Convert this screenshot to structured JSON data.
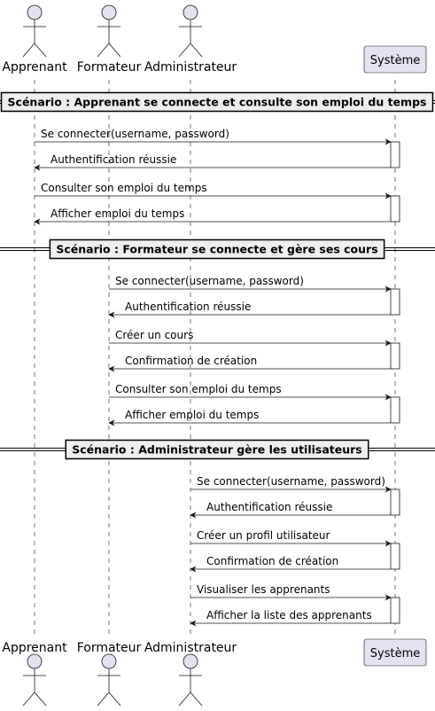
{
  "participants": [
    {
      "id": "apprenant",
      "label": "Apprenant",
      "kind": "actor"
    },
    {
      "id": "formateur",
      "label": "Formateur",
      "kind": "actor"
    },
    {
      "id": "administrateur",
      "label": "Administrateur",
      "kind": "actor"
    },
    {
      "id": "systeme",
      "label": "Système",
      "kind": "box"
    }
  ],
  "scenarios": [
    {
      "title": "Scénario : Apprenant se connecte et consulte son emploi du temps",
      "actor": "apprenant",
      "exchanges": [
        {
          "request": "Se connecter(username, password)",
          "response": "Authentification réussie"
        },
        {
          "request": "Consulter son emploi du temps",
          "response": "Afficher emploi du temps"
        }
      ]
    },
    {
      "title": "Scénario : Formateur se connecte et gère ses cours",
      "actor": "formateur",
      "exchanges": [
        {
          "request": "Se connecter(username, password)",
          "response": "Authentification réussie"
        },
        {
          "request": "Créer un cours",
          "response": "Confirmation de création"
        },
        {
          "request": "Consulter son emploi du temps",
          "response": "Afficher emploi du temps"
        }
      ]
    },
    {
      "title": "Scénario : Administrateur gère les utilisateurs",
      "actor": "administrateur",
      "exchanges": [
        {
          "request": "Se connecter(username, password)",
          "response": "Authentification réussie"
        },
        {
          "request": "Créer un profil utilisateur",
          "response": "Confirmation de création"
        },
        {
          "request": "Visualiser les apprenants",
          "response": "Afficher la liste des apprenants"
        }
      ]
    }
  ],
  "colors": {
    "actor_fill": "#E2E2F0",
    "actor_stroke": "#181818",
    "lifeline": "#181818",
    "separator_fill": "#EEEEEE",
    "activation_fill": "#FFFFFF"
  }
}
